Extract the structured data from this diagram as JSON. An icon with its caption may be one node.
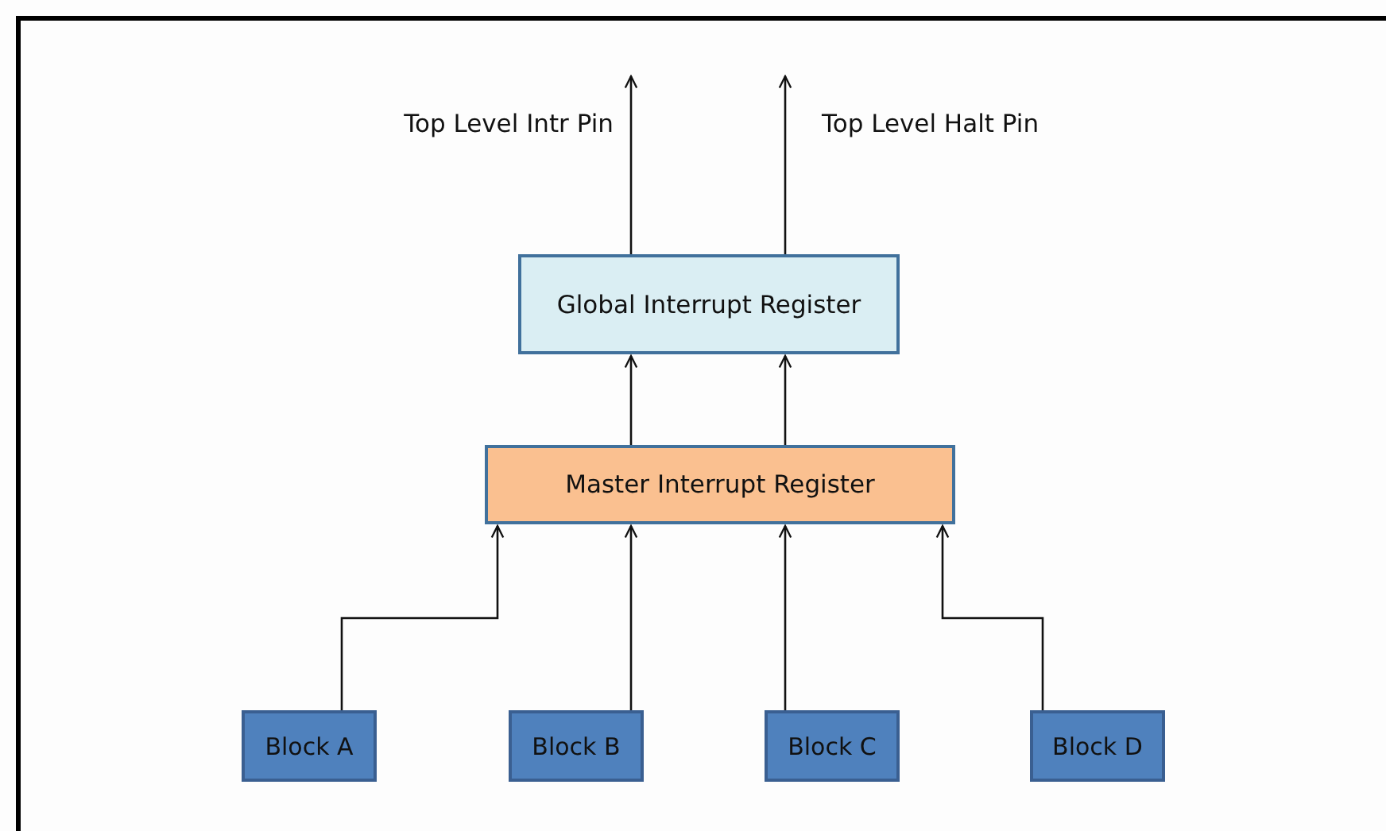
{
  "diagram": {
    "nodes": [
      {
        "text": [
          "Global Interrupt Register"
        ]
      },
      {
        "text": [
          "Master Interrupt Register"
        ]
      },
      {
        "text": [
          "Block A"
        ]
      },
      {
        "text": [
          "Block B"
        ]
      },
      {
        "text": [
          "Block C"
        ]
      },
      {
        "text": [
          "Block D"
        ]
      }
    ],
    "edges": [
      {
        "from": 0,
        "to": null,
        "arrow": "to",
        "label": "Top Level Intr Pin"
      },
      {
        "from": 0,
        "to": null,
        "arrow": "to",
        "label": "Top Level Halt Pin"
      },
      {
        "from": 1,
        "to": 0,
        "arrow": "to"
      },
      {
        "from": 1,
        "to": 0,
        "arrow": "to"
      },
      {
        "from": 2,
        "to": 1,
        "arrow": "to"
      },
      {
        "from": 3,
        "to": 1,
        "arrow": "to"
      },
      {
        "from": 4,
        "to": 1,
        "arrow": "to"
      },
      {
        "from": 5,
        "to": 1,
        "arrow": "to"
      }
    ]
  }
}
